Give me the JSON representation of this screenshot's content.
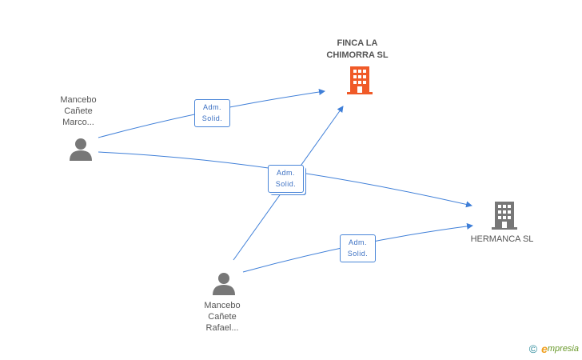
{
  "nodes": {
    "company_main": {
      "line1": "FINCA LA",
      "line2": "CHIMORRA SL",
      "color": "#f05a28"
    },
    "company_2": {
      "label": "HERMANCA SL",
      "color": "#777777"
    },
    "person_1": {
      "line1": "Mancebo",
      "line2": "Cañete",
      "line3": "Marco..."
    },
    "person_2": {
      "line1": "Mancebo",
      "line2": "Cañete",
      "line3": "Rafael..."
    }
  },
  "edges": {
    "e1": {
      "line1": "Adm.",
      "line2": "Solid."
    },
    "e2": {
      "line1": "Adm.",
      "line2": "Solid."
    },
    "e3": {
      "line1": "Adm.",
      "line2": "Solid."
    }
  },
  "colors": {
    "edge": "#3f7fd8",
    "person": "#777777"
  },
  "footer": {
    "copyright": "©",
    "brand_e": "e",
    "brand_rest": "mpresia"
  }
}
